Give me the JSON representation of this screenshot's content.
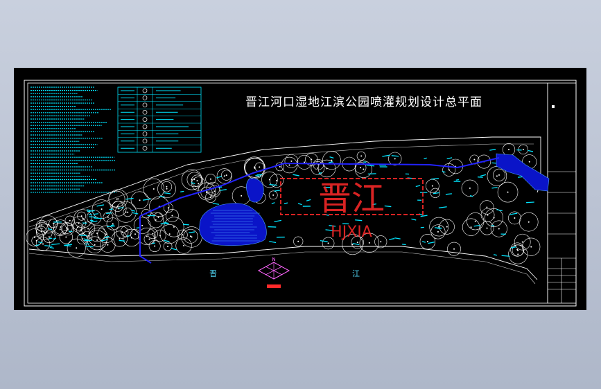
{
  "drawing": {
    "title": "晋江河口湿地江滨公园喷灌规划设计总平面",
    "river_left": "晋",
    "river_right": "江",
    "watermark_text": "晋江",
    "watermark_sub": "HJXIA",
    "north_arrow_label": "N"
  },
  "colors": {
    "canvas": "#000000",
    "frame": "#ffffff",
    "lines": "#00e5ff",
    "pipe": "#2222ff",
    "trees": "#ffffff",
    "water": "#0a14c8",
    "watermark": "#ff2a2a"
  },
  "icons": [
    "north-arrow-icon",
    "title-block-icon"
  ]
}
